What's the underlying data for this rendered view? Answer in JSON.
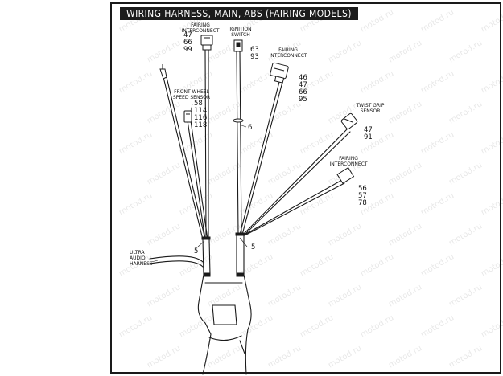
{
  "title": "WIRING HARNESS, MAIN, ABS (FAIRING MODELS)",
  "watermark": "motod.ru",
  "callouts": {
    "fairing_top_label": "FAIRING INTERCONNECT",
    "fairing_top_nums": [
      "47",
      "66",
      "99"
    ],
    "ignition_label": "IGNITION SWITCH",
    "ignition_nums": [
      "63",
      "93"
    ],
    "fairing_right_label": "FAIRING INTERCONNECT",
    "fairing_right_nums": [
      "46",
      "47",
      "66",
      "95"
    ],
    "wheel_label": "FRONT WHEEL SPEED SENSOR",
    "wheel_nums": [
      "58",
      "114",
      "116",
      "118"
    ],
    "clip_num": "6",
    "twist_label": "TWIST GRIP SENSOR",
    "twist_nums": [
      "47",
      "91"
    ],
    "fairing_low_label": "FAIRING INTERCONNECT",
    "fairing_low_nums": [
      "56",
      "57",
      "78"
    ],
    "audio_label": "ULTRA AUDIO HARNESS",
    "tie_left": "5",
    "tie_right": "5"
  }
}
